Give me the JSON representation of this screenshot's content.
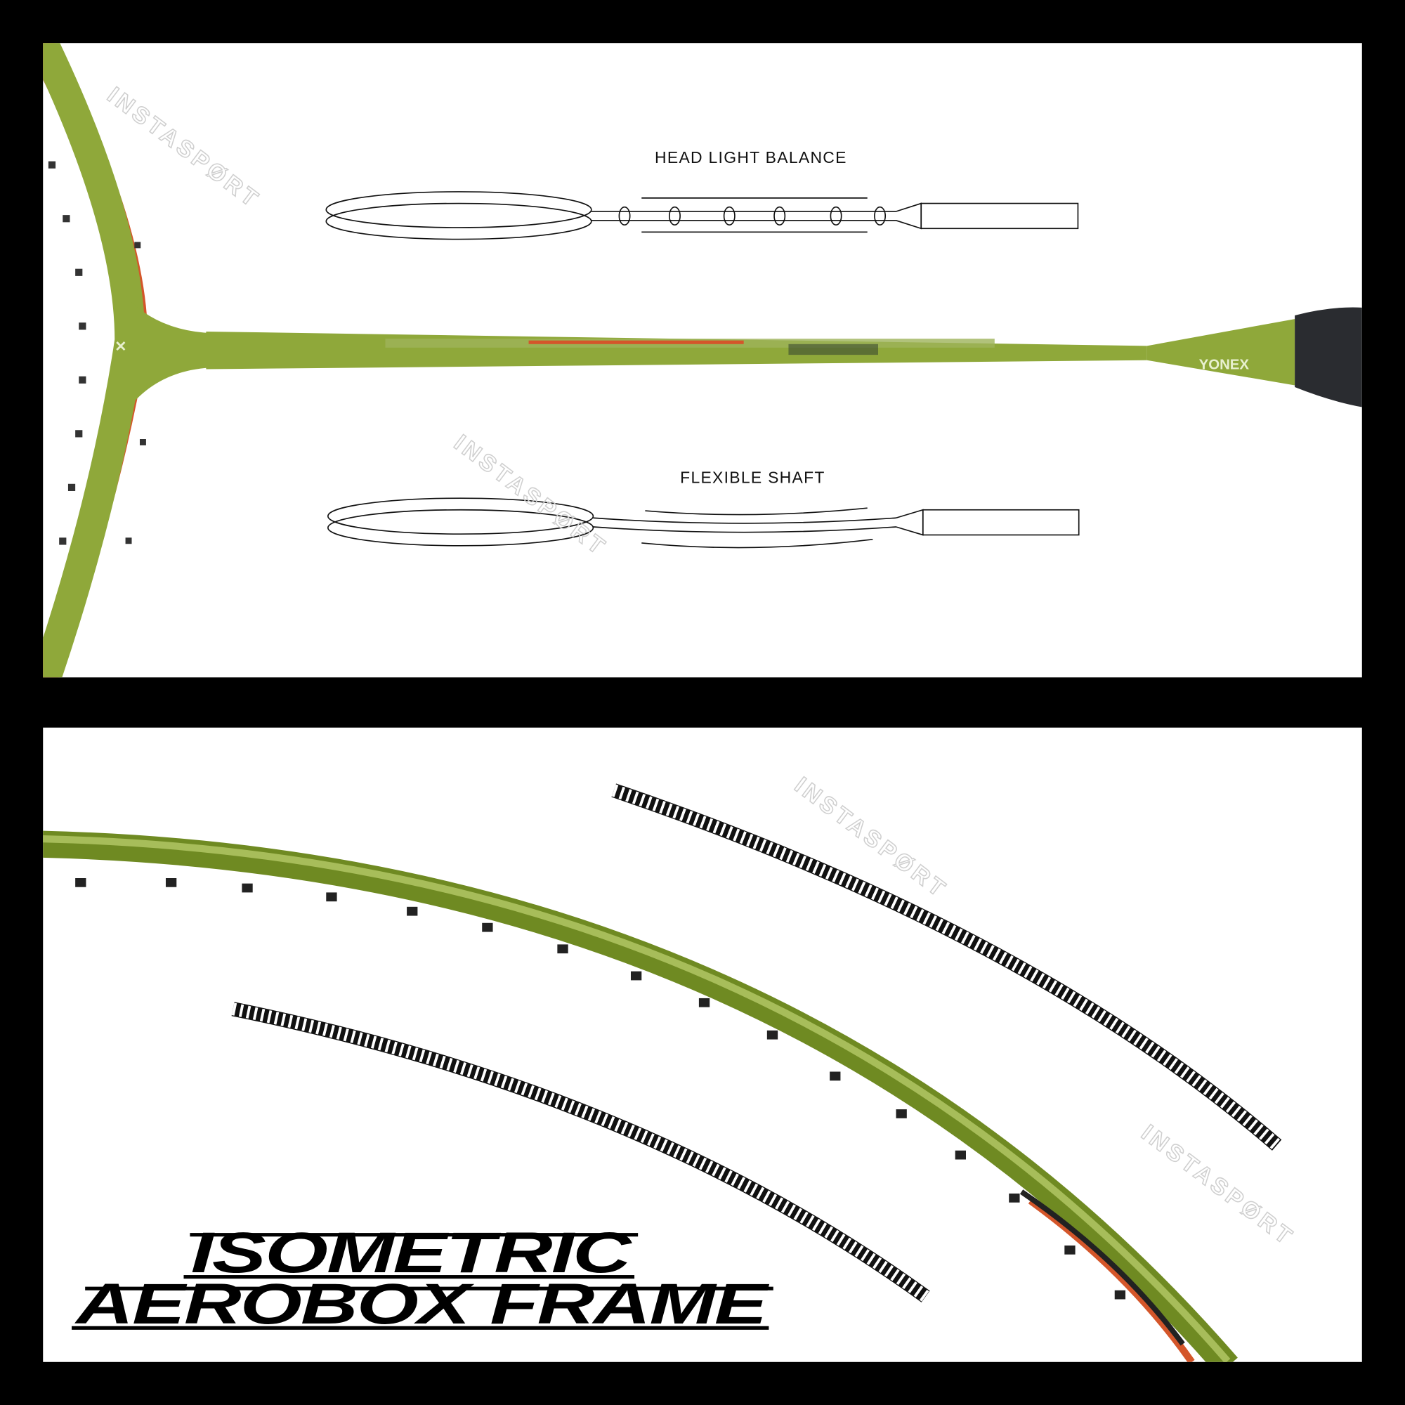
{
  "colors": {
    "frame_green": "#8fa83a",
    "frame_dark": "#6f8a22",
    "accent_orange": "#d4562a",
    "background": "#000000",
    "panel": "#ffffff"
  },
  "diagrams": {
    "head_light_label": "HEAD LIGHT BALANCE",
    "flexible_shaft_label": "FLEXIBLE SHAFT"
  },
  "brand": {
    "logo_text": "YONEX"
  },
  "watermark": "INSTASPØRT",
  "title": {
    "line1": "ISOMETRIC",
    "line2": "AEROBOX FRAME"
  }
}
